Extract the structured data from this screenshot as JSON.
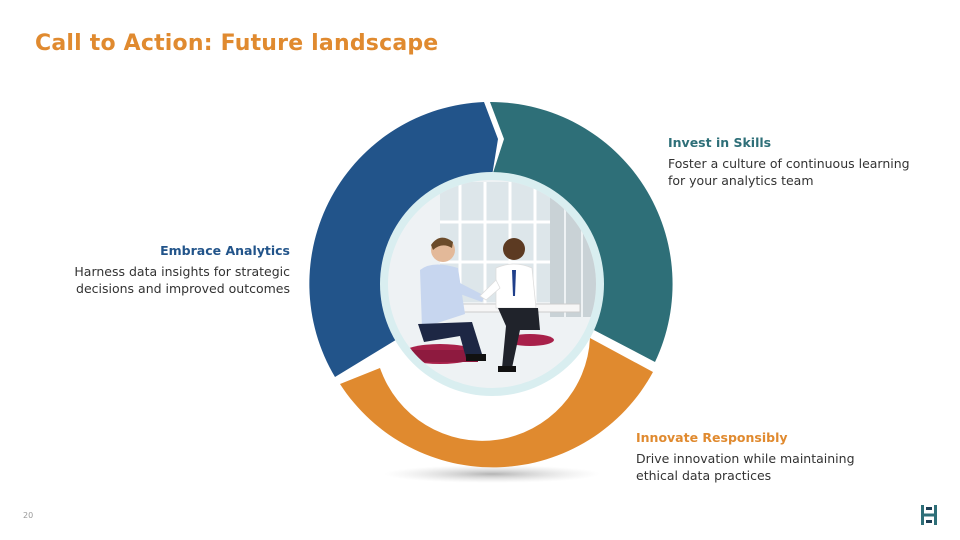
{
  "slide": {
    "title": "Call to Action: Future landscape",
    "page_number": "20"
  },
  "segments": [
    {
      "heading": "Invest in Skills",
      "description_lines": [
        "Foster a culture of continuous learning",
        "for your analytics team"
      ],
      "color": "#2e6f78"
    },
    {
      "heading": "Embrace Analytics",
      "description_lines": [
        "Harness data insights for strategic",
        "decisions and improved outcomes"
      ],
      "color": "#22548a"
    },
    {
      "heading": "Innovate Responsibly",
      "description_lines": [
        "Drive innovation while maintaining",
        "ethical data practices"
      ],
      "color": "#e08a2f"
    }
  ],
  "colors": {
    "title": "#e08a2f",
    "text": "#333333",
    "inner_ring": "#d9eef0",
    "logo": "#2e6f78"
  },
  "icons": {
    "logo": "brand-logo-icon",
    "photo": "business-meeting-photo"
  }
}
